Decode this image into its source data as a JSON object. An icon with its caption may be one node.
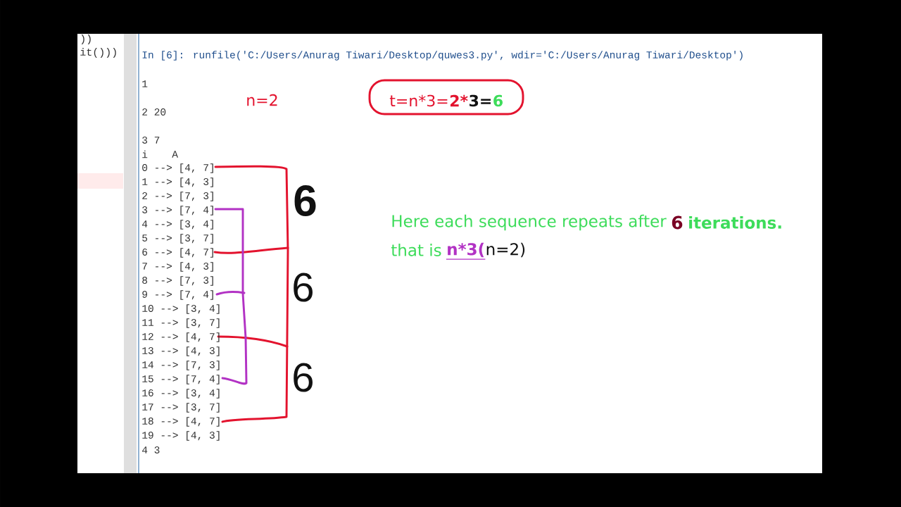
{
  "diagram": {
    "labels": [
      "))",
      "it()))",
      "In [6]: runfile('C:/Users/Anurag Tiwari/Desktop/quwes3.py', wdir='C:/Users/Anurag Tiwari/Desktop')",
      "1",
      "n=2",
      "t=n*3=",
      "2*",
      "3=",
      "6",
      "2 20",
      "3 7",
      "i",
      "A",
      "0 --> [4, 7]",
      "1 --> [4, 3]",
      "2 --> [7, 3]",
      "3 --> [7, 4]",
      "4 --> [3, 4]",
      "5 --> [3, 7]",
      "6 --> [4, 7]",
      "7 --> [4, 3]",
      "8 --> [7, 3]",
      "9 --> [7, 4]",
      "10 --> [3, 4]",
      "11 --> [3, 7]",
      "12 --> [4, 7]",
      "13 --> [4, 3]",
      "14 --> [7, 3]",
      "15 --> [7, 4]",
      "16 --> [3, 4]",
      "17 --> [3, 7]",
      "18 --> [4, 7]",
      "19 --> [4, 3]",
      "6",
      "Here each sequence repeats after",
      "6",
      "iterations.",
      "6",
      "that is",
      "n*3(",
      "n=2)",
      "6",
      "4 3"
    ]
  }
}
